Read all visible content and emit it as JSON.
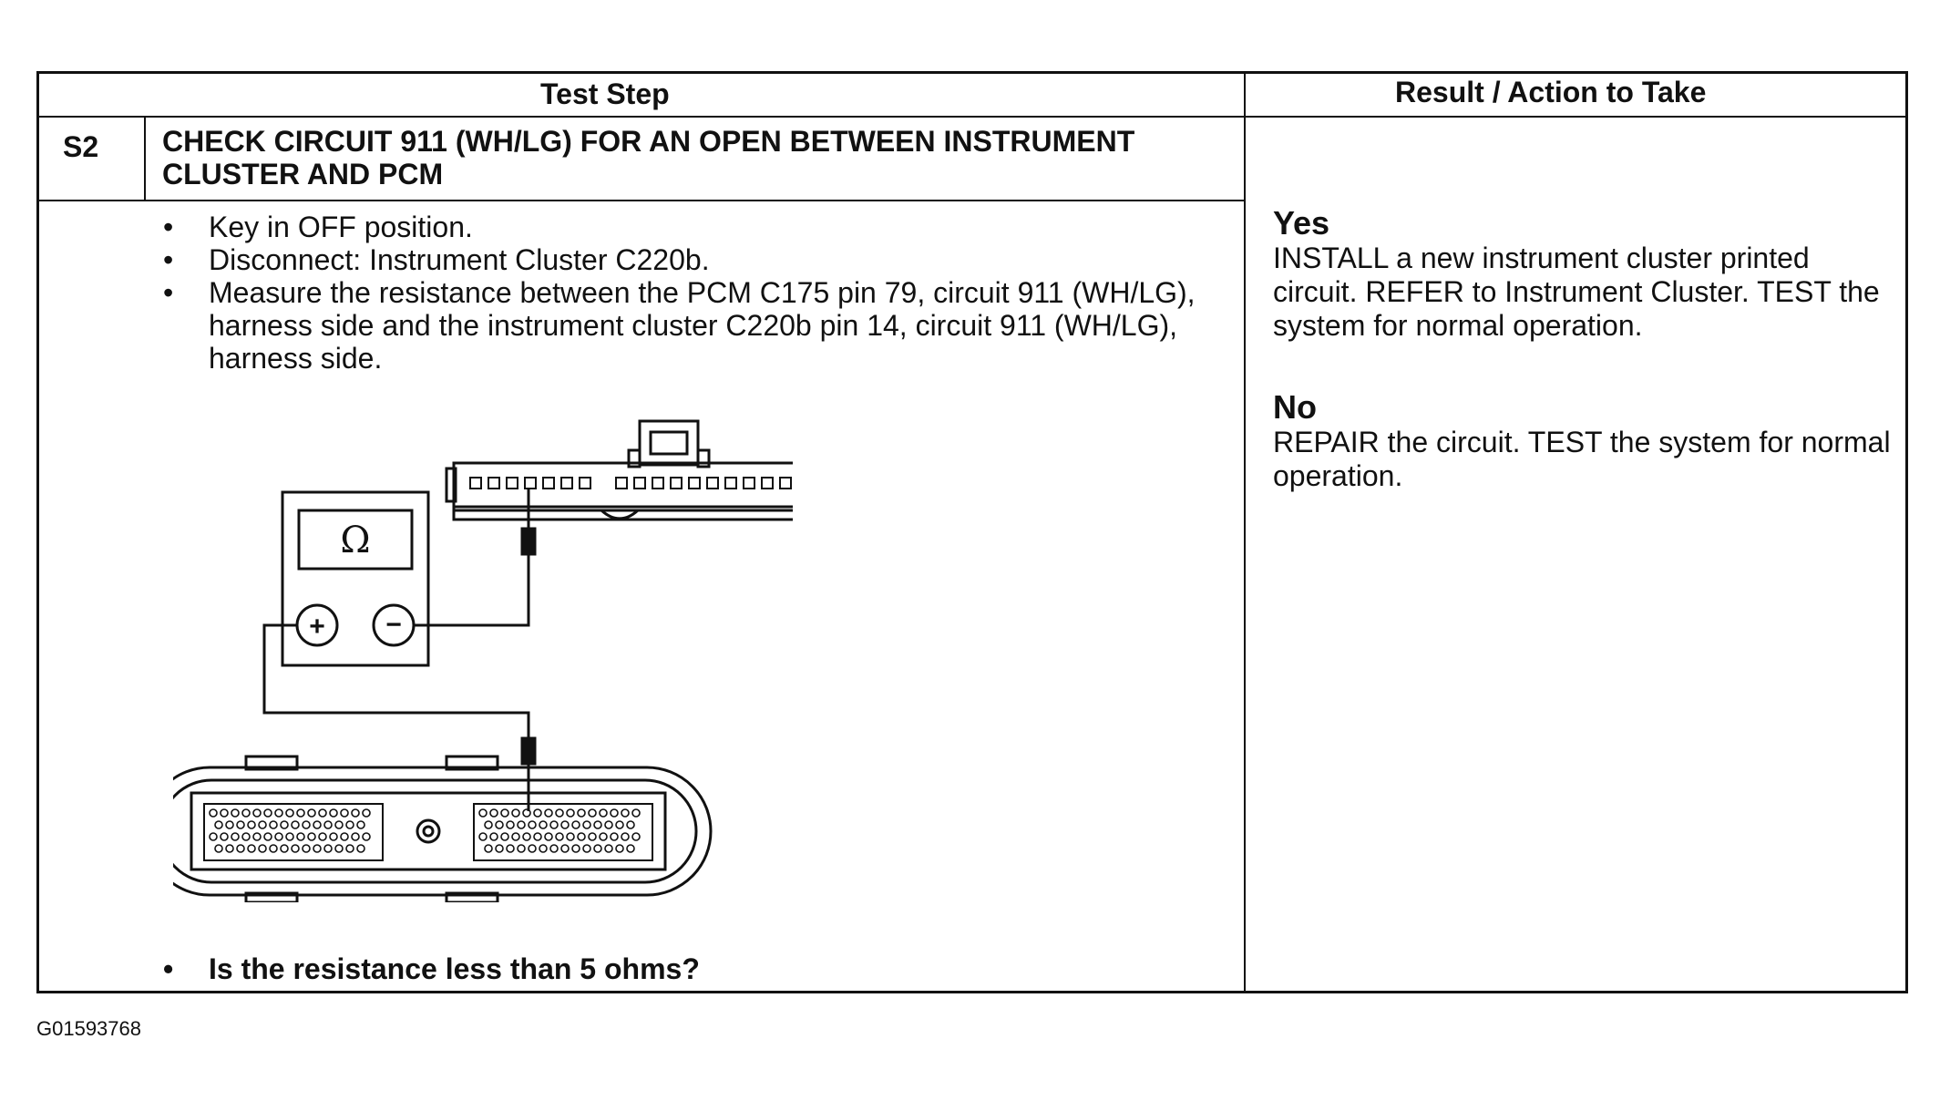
{
  "table": {
    "header_test_step": "Test Step",
    "header_result": "Result / Action to Take",
    "step_id": "S2",
    "step_title": "CHECK CIRCUIT 911 (WH/LG) FOR AN OPEN BETWEEN INSTRUMENT CLUSTER AND PCM",
    "bullets": [
      "Key in OFF position.",
      "Disconnect: Instrument Cluster C220b.",
      "Measure the resistance between the PCM C175 pin 79, circuit 911 (WH/LG), harness side and the instrument cluster C220b pin 14, circuit 911 (WH/LG), harness side."
    ],
    "question": "Is the resistance less than 5 ohms?",
    "yes_label": "Yes",
    "yes_text": "INSTALL a new instrument cluster printed circuit. REFER to Instrument Cluster. TEST the system for normal operation.",
    "no_label": "No",
    "no_text": "REPAIR the circuit. TEST the system for normal operation."
  },
  "diagram": {
    "meter_symbol": "Ω",
    "plus_symbol": "+",
    "minus_symbol": "−"
  },
  "figure_id": "G01593768"
}
